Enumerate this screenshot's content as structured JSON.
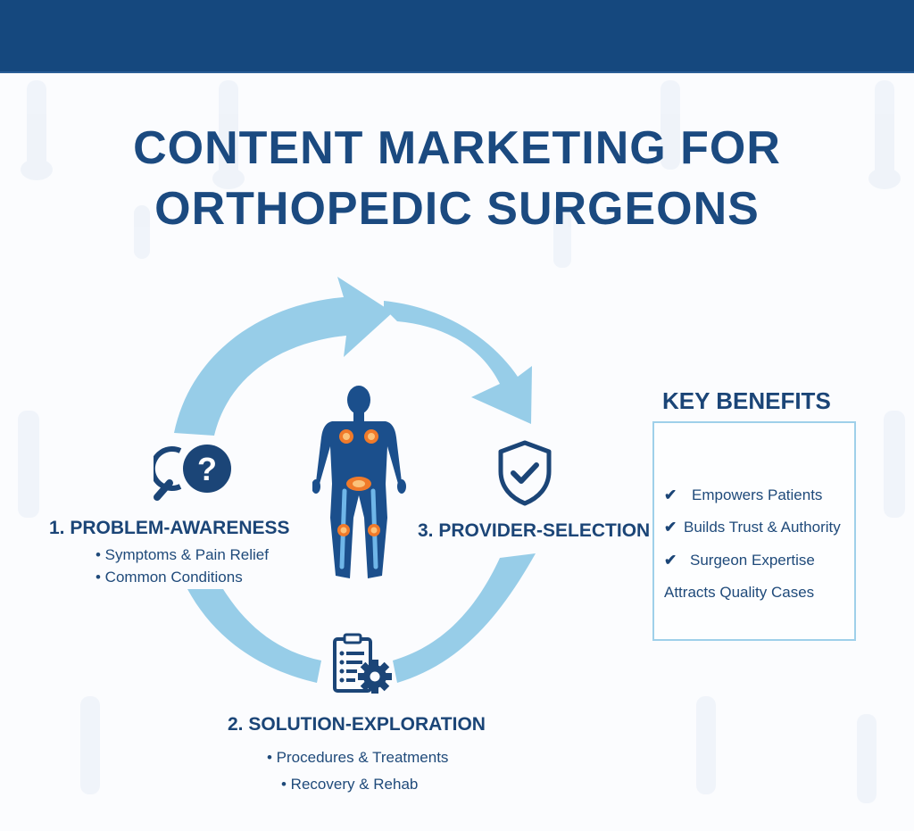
{
  "header": {
    "bar_color": "#15487e"
  },
  "title": {
    "line1": "CONTENT MARKETING FOR",
    "line2": "ORTHOPEDIC SURGEONS"
  },
  "colors": {
    "primary": "#1b4577",
    "arrow": "#97cde8",
    "highlight": "#f07a2a",
    "bone": "#6fb6e8"
  },
  "stages": [
    {
      "number": "1.",
      "title": "1. PROBLEM-AWARENESS",
      "icon": "magnifier-question-icon",
      "bullets": [
        "• Symptoms & Pain Relief",
        "• Common Conditions"
      ]
    },
    {
      "number": "2.",
      "title": "2. SOLUTION-EXPLORATION",
      "icon": "clipboard-gear-icon",
      "bullets": [
        "• Procedures & Treatments",
        "• Recovery & Rehab"
      ]
    },
    {
      "number": "3.",
      "title": "3. PROVIDER-SELECTION",
      "icon": "shield-check-icon",
      "bullets": []
    }
  ],
  "center": {
    "icon": "human-body-joints-icon"
  },
  "key_benefits": {
    "title": "KEY BENEFITS",
    "items": [
      {
        "check": "✔",
        "label": "Empowers Patients"
      },
      {
        "check": "✔",
        "label": "Builds Trust & Authority"
      },
      {
        "check": "✔",
        "label": "Surgeon Expertise"
      },
      {
        "check": "",
        "label": "Attracts Quality Cases"
      }
    ]
  }
}
